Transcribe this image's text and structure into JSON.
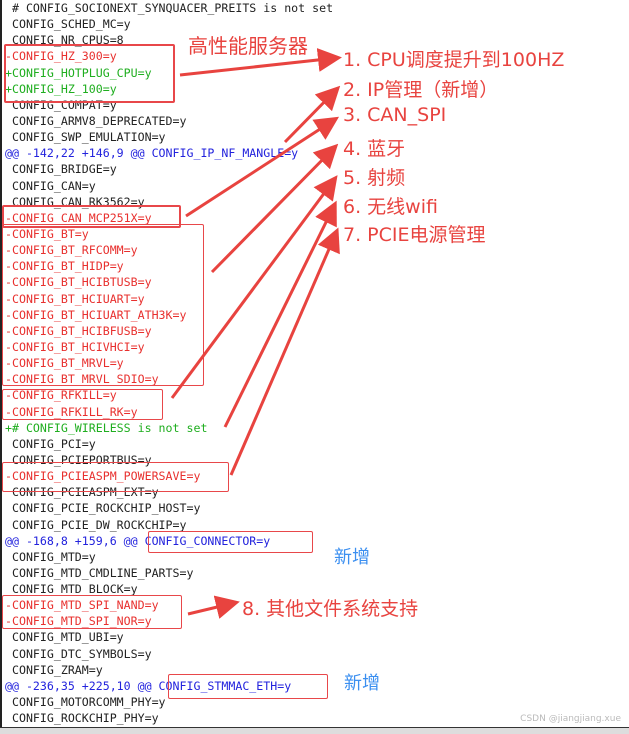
{
  "colors": {
    "deleted": "#e8302e",
    "added": "#1fae1f",
    "hunk": "#2222dd",
    "annotation": "#e8433f",
    "note_blue": "#3b8ff0"
  },
  "diff_lines": [
    {
      "type": "ctx",
      "text": " # CONFIG_SOCIONEXT_SYNQUACER_PREITS is not set"
    },
    {
      "type": "ctx",
      "text": " CONFIG_SCHED_MC=y"
    },
    {
      "type": "ctx",
      "text": " CONFIG_NR_CPUS=8"
    },
    {
      "type": "del",
      "text": "-CONFIG_HZ_300=y"
    },
    {
      "type": "add",
      "text": "+CONFIG_HOTPLUG_CPU=y"
    },
    {
      "type": "add",
      "text": "+CONFIG_HZ_100=y"
    },
    {
      "type": "ctx",
      "text": " CONFIG_COMPAT=y"
    },
    {
      "type": "ctx",
      "text": " CONFIG_ARMV8_DEPRECATED=y"
    },
    {
      "type": "ctx",
      "text": " CONFIG_SWP_EMULATION=y"
    },
    {
      "type": "hunk",
      "text": "@@ -142,22 +146,9 @@ CONFIG_IP_NF_MANGLE=y"
    },
    {
      "type": "ctx",
      "text": " CONFIG_BRIDGE=y"
    },
    {
      "type": "ctx",
      "text": " CONFIG_CAN=y"
    },
    {
      "type": "ctx",
      "text": " CONFIG_CAN_RK3562=y"
    },
    {
      "type": "del",
      "text": "-CONFIG_CAN_MCP251X=y"
    },
    {
      "type": "del",
      "text": "-CONFIG_BT=y"
    },
    {
      "type": "del",
      "text": "-CONFIG_BT_RFCOMM=y"
    },
    {
      "type": "del",
      "text": "-CONFIG_BT_HIDP=y"
    },
    {
      "type": "del",
      "text": "-CONFIG_BT_HCIBTUSB=y"
    },
    {
      "type": "del",
      "text": "-CONFIG_BT_HCIUART=y"
    },
    {
      "type": "del",
      "text": "-CONFIG_BT_HCIUART_ATH3K=y"
    },
    {
      "type": "del",
      "text": "-CONFIG_BT_HCIBFUSB=y"
    },
    {
      "type": "del",
      "text": "-CONFIG_BT_HCIVHCI=y"
    },
    {
      "type": "del",
      "text": "-CONFIG_BT_MRVL=y"
    },
    {
      "type": "del",
      "text": "-CONFIG_BT_MRVL_SDIO=y"
    },
    {
      "type": "del",
      "text": "-CONFIG_RFKILL=y"
    },
    {
      "type": "del",
      "text": "-CONFIG_RFKILL_RK=y"
    },
    {
      "type": "add",
      "text": "+# CONFIG_WIRELESS is not set"
    },
    {
      "type": "ctx",
      "text": " CONFIG_PCI=y"
    },
    {
      "type": "ctx",
      "text": " CONFIG_PCIEPORTBUS=y"
    },
    {
      "type": "del",
      "text": "-CONFIG_PCIEASPM_POWERSAVE=y"
    },
    {
      "type": "ctx",
      "text": " CONFIG_PCIEASPM_EXT=y"
    },
    {
      "type": "ctx",
      "text": " CONFIG_PCIE_ROCKCHIP_HOST=y"
    },
    {
      "type": "ctx",
      "text": " CONFIG_PCIE_DW_ROCKCHIP=y"
    },
    {
      "type": "hunk",
      "text": "@@ -168,8 +159,6 @@ CONFIG_CONNECTOR=y"
    },
    {
      "type": "ctx",
      "text": " CONFIG_MTD=y"
    },
    {
      "type": "ctx",
      "text": " CONFIG_MTD_CMDLINE_PARTS=y"
    },
    {
      "type": "ctx",
      "text": " CONFIG_MTD_BLOCK=y"
    },
    {
      "type": "del",
      "text": "-CONFIG_MTD_SPI_NAND=y"
    },
    {
      "type": "del",
      "text": "-CONFIG_MTD_SPI_NOR=y"
    },
    {
      "type": "ctx",
      "text": " CONFIG_MTD_UBI=y"
    },
    {
      "type": "ctx",
      "text": " CONFIG_DTC_SYMBOLS=y"
    },
    {
      "type": "ctx",
      "text": " CONFIG_ZRAM=y"
    },
    {
      "type": "hunk",
      "text": "@@ -236,35 +225,10 @@ CONFIG_STMMAC_ETH=y"
    },
    {
      "type": "ctx",
      "text": " CONFIG_MOTORCOMM_PHY=y"
    },
    {
      "type": "ctx",
      "text": " CONFIG_ROCKCHIP_PHY=y"
    }
  ],
  "annotations": {
    "server_label": "高性能服务器",
    "items": [
      "1. CPU调度提升到100HZ",
      "2. IP管理（新增）",
      "3. CAN_SPI",
      "4. 蓝牙",
      "5. 射频",
      "6. 无线wifi",
      "7. PCIE电源管理"
    ],
    "item8": "8. 其他文件系统支持",
    "new_label_1": "新增",
    "new_label_2": "新增"
  },
  "watermark": "CSDN @jiangjiang.xue"
}
